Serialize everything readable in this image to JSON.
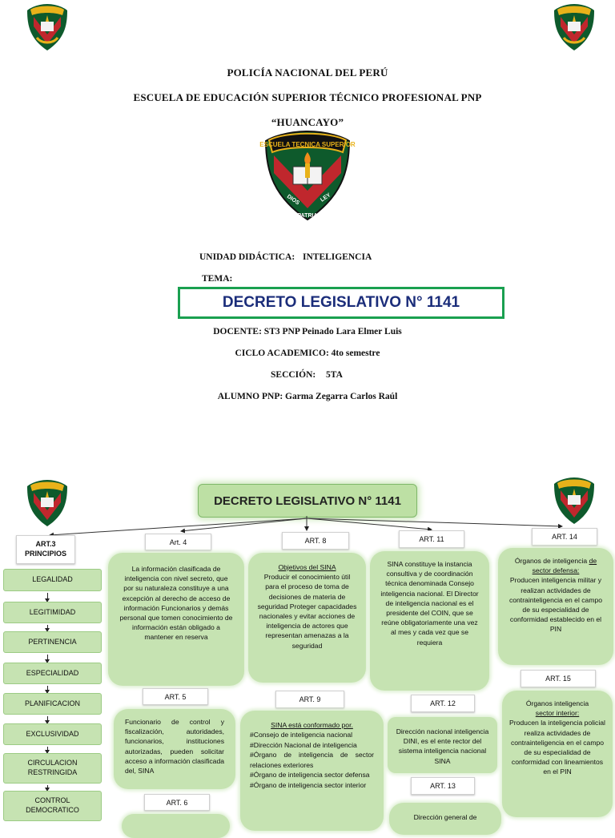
{
  "cover": {
    "line1": "POLICÍA NACIONAL DEL PERÚ",
    "line2": "ESCUELA DE EDUCACIÓN SUPERIOR TÉCNICO PROFESIONAL PNP",
    "line3": "“HUANCAYO”",
    "crest_text_top": "ESCUELA TECNICA SUPERIOR",
    "crest_text_left": "DIOS",
    "crest_text_right": "LEY",
    "crest_text_bottom": "PATRIA",
    "unidad_label": "UNIDAD DIDÁCTICA:",
    "unidad_value": "INTELIGENCIA",
    "tema_label": "TEMA:",
    "tema_value": "DECRETO LEGISLATIVO N° 1141",
    "docente": "DOCENTE: ST3 PNP Peinado Lara Elmer Luis",
    "ciclo": "CICLO ACADEMICO: 4to semestre",
    "seccion_label": "SECCIÓN:",
    "seccion_value": "5TA",
    "alumno": "ALUMNO PNP: Garma Zegarra Carlos Raúl"
  },
  "diagram": {
    "title": "DECRETO LEGISLATIVO N° 1141",
    "art3_label_line1": "ART.3",
    "art3_label_line2": "PRINCIPIOS",
    "principles": [
      "LEGALIDAD",
      "LEGITIMIDAD",
      "PERTINENCIA",
      "ESPECIALIDAD",
      "PLANIFICACION",
      "EXCLUSIVIDAD",
      "CIRCULACION RESTRINGIDA",
      "CONTROL DEMOCRATICO"
    ],
    "art4": "Art. 4",
    "art4_text": "La información clasificada de inteligencia con nivel secreto, que por su naturaleza constituye a una excepción al derecho de acceso de información Funcionarios y demás personal que tomen conocimiento de información están obligado a mantener en reserva",
    "art5": "ART. 5",
    "art5_text": "Funcionario de control y fiscalización, autoridades, funcionarios, instituciones autorizadas, pueden solicitar acceso a información clasificada del, SINA",
    "art6": "ART. 6",
    "art8": "ART. 8",
    "art8_heading": "Objetivos del SINA",
    "art8_text": "Producir el conocimiento útil para el proceso de toma de decisiones de materia de seguridad Proteger capacidades nacionales y evitar acciones de inteligencia de actores que representan amenazas a la seguridad",
    "art9": "ART. 9",
    "art9_heading": "SINA está conformado por.",
    "art9_items": [
      "#Consejo de inteligencia nacional",
      "#Dirección Nacional de inteligencia",
      "#Órgano de inteligencia de sector relaciones exteriores",
      "#Órgano de inteligencia sector defensa",
      "#Órgano de inteligencia sector interior"
    ],
    "art11": "ART. 11",
    "art11_text": "SINA constituye la instancia consultiva y de coordinación técnica denominada Consejo inteligencia nacional. El Director de inteligencia nacional es el presidente del COIN, que se reúne obligatoriamente una vez al mes y cada vez que se requiera",
    "art12": "ART. 12",
    "art12_text": "Dirección nacional inteligencia DINI, es el ente rector del sistema inteligencia nacional SINA",
    "art13": "ART. 13",
    "art13_text": "Dirección general de",
    "art14": "ART. 14",
    "art14_heading_a": "Órganos de inteligencia",
    "art14_heading_b": "de sector defensa:",
    "art14_text": "Producen inteligencia militar y realizan actividades de contrainteligencia en el campo de su especialidad de conformidad establecido en el PIN",
    "art15": "ART. 15",
    "art15_heading_a": "Órganos inteligencia",
    "art15_heading_b": "sector interior:",
    "art15_text": "Producen la inteligencia policial realiza actividades de contrainteligencia en el campo de su especialidad de conformidad con lineamientos en el PIN"
  },
  "colors": {
    "bubble_green": "#c6e3b2",
    "title_border_green": "#1aa050",
    "title_text_blue": "#1b2d7a",
    "crest_red": "#c0272d",
    "crest_green": "#0e5a2c",
    "crest_gold": "#e8b21a"
  }
}
